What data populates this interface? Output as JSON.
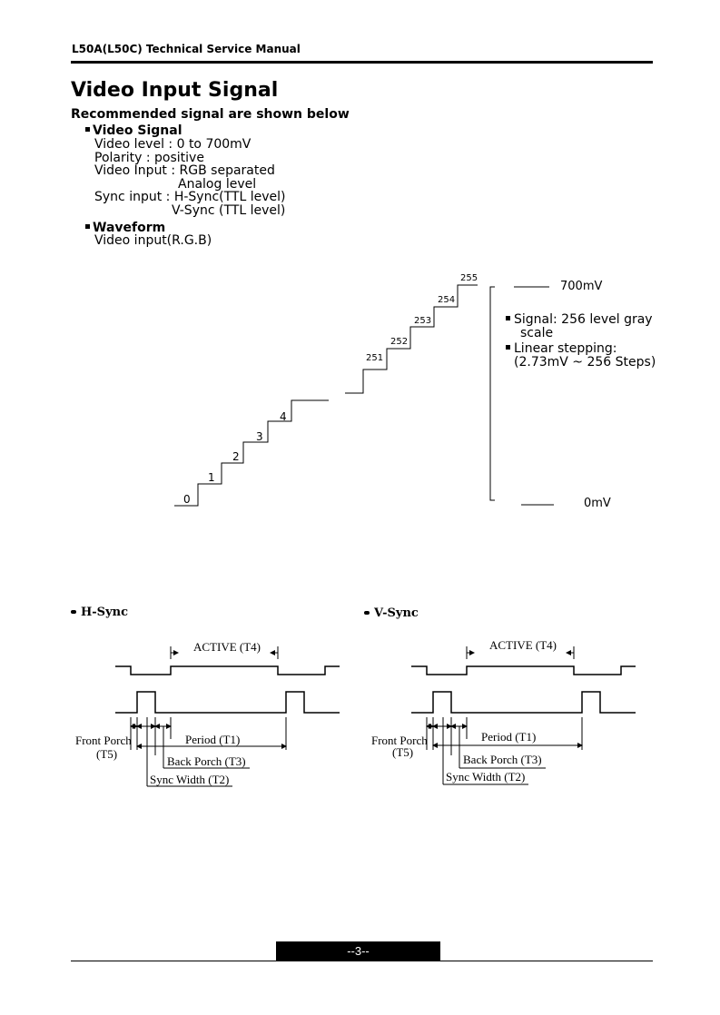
{
  "header": {
    "manual_title": "L50A(L50C) Technical Service Manual"
  },
  "page_heading": "Video Input Signal",
  "subheading": "Recommended signal are shown below",
  "video_signal": {
    "title": "Video Signal",
    "lines": [
      "Video level :  0 to 700mV",
      "Polarity : positive",
      "Video Input : RGB  separated",
      "Analog level",
      "Sync input : H-Sync(TTL level)",
      "V-Sync (TTL level)"
    ]
  },
  "waveform": {
    "title": "Waveform",
    "caption": "Video input(R.G.B)",
    "step_labels_low": [
      "0",
      "1",
      "2",
      "3",
      "4"
    ],
    "step_labels_high": [
      "251",
      "252",
      "253",
      "254",
      "255"
    ],
    "level_top": "700mV",
    "level_bottom": "0mV",
    "notes": [
      "Signal: 256  level gray",
      "scale",
      "Linear stepping:",
      "(2.73mV ~ 256 Steps)"
    ]
  },
  "hsync": {
    "title": "H-Sync",
    "active": "ACTIVE (T4)",
    "front_porch": "Front Porch",
    "front_porch_code": "(T5)",
    "period": "Period (T1)",
    "back_porch": "Back Porch (T3)",
    "sync_width": "Sync Width (T2)"
  },
  "vsync": {
    "title": "V-Sync",
    "active": "ACTIVE (T4)",
    "front_porch": "Front Porch",
    "front_porch_code": "(T5)",
    "period": "Period (T1)",
    "back_porch": "Back Porch (T3)",
    "sync_width": "Sync Width (T2)"
  },
  "footer": {
    "page_number": "--3--"
  }
}
